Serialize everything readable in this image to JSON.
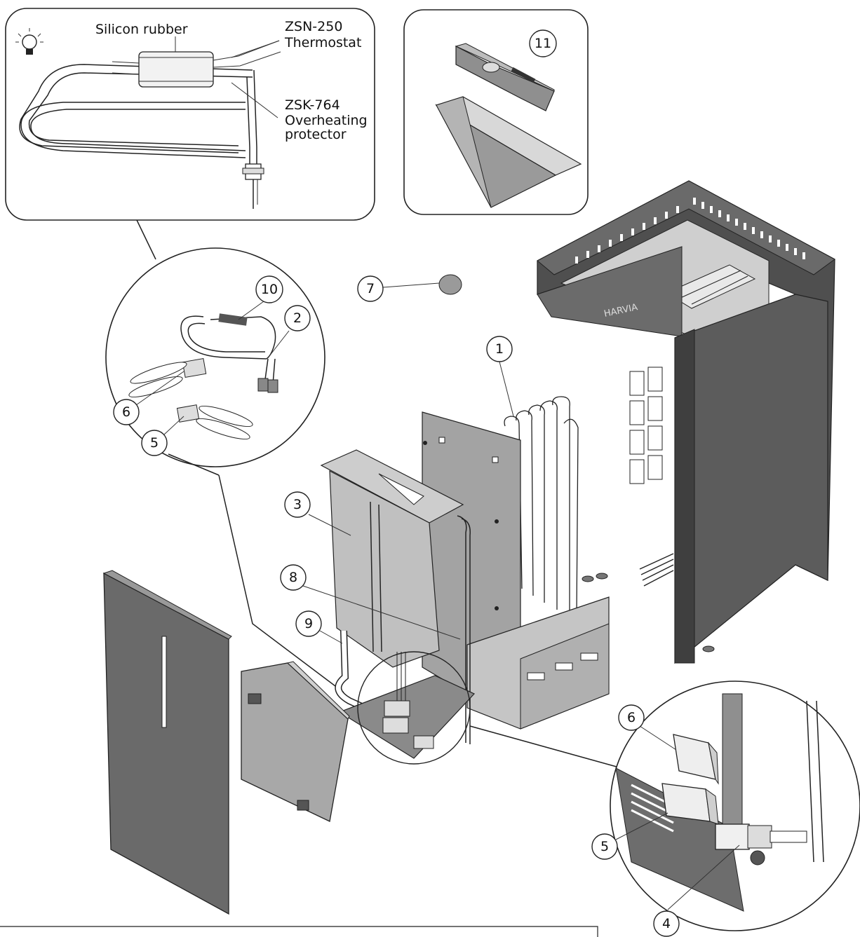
{
  "inset_top_left": {
    "label_silicon": "Silicon rubber",
    "label_thermostat_model": "ZSN-250",
    "label_thermostat": "Thermostat",
    "label_protector_model": "ZSK-764",
    "label_protector_1": "Overheating",
    "label_protector_2": "protector"
  },
  "heater_brand": "HARVIA",
  "callouts": [
    "1",
    "2",
    "3",
    "4",
    "5",
    "6",
    "7",
    "8",
    "9",
    "10",
    "11"
  ],
  "colors": {
    "dark_panel": "#5d5d5d",
    "mid_panel": "#a7a7a7",
    "light_panel": "#cfcfcf",
    "line": "#222222"
  },
  "icons": [
    "lightbulb-icon"
  ]
}
